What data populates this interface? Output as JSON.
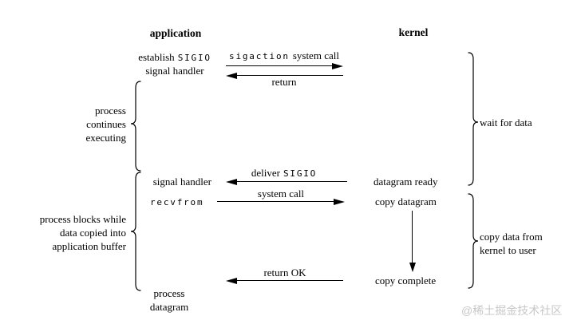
{
  "colors": {
    "text": "#000000",
    "watermark": "#c8c8c8"
  },
  "columns": {
    "application": "application",
    "kernel": "kernel"
  },
  "application_side": {
    "establish_serif": "establish",
    "establish_mono": "SIGIO",
    "establish_line2": "signal handler",
    "signal_handler": "signal handler",
    "recvfrom": "recvfrom",
    "process_datagram": [
      "process",
      "datagram"
    ]
  },
  "kernel_side": {
    "datagram_ready": "datagram ready",
    "copy_datagram": "copy datagram",
    "copy_complete": "copy complete"
  },
  "arrows": {
    "sigaction_mono": "sigaction",
    "sigaction_rest": "system call",
    "return_label": "return",
    "deliver_serif": "deliver",
    "deliver_mono": "SIGIO",
    "system_call": "system call",
    "return_ok": "return OK"
  },
  "braces": {
    "process_continues": [
      "process",
      "continues",
      "executing"
    ],
    "wait_for_data": "wait for data",
    "process_blocks": [
      "process blocks while",
      "data copied into",
      "application buffer"
    ],
    "copy_data": [
      "copy data from",
      "kernel to user"
    ]
  },
  "watermark": "@稀土掘金技术社区"
}
